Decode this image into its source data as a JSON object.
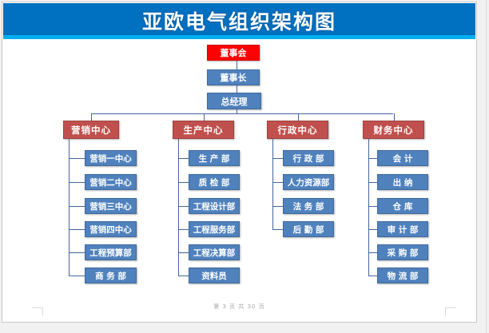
{
  "title": "亚欧电气组织架构图",
  "footer": {
    "page_label": "第 3 页 共 30 页"
  },
  "colors": {
    "header_bg": "#0070C0",
    "header_strip": "#00B0F0",
    "root_bg": "#FF0000",
    "node_bg": "#4F81BD",
    "branch_bg": "#C0504D",
    "line": "#44659C"
  },
  "chart": {
    "root": "董事会",
    "chain": [
      "董事长",
      "总经理"
    ],
    "columns": [
      {
        "label": "营销中心",
        "children": [
          "营销一中心",
          "营销二中心",
          "营销三中心",
          "营销四中心",
          "工程预算部",
          "商 务 部"
        ]
      },
      {
        "label": "生产中心",
        "children": [
          "生 产 部",
          "质 检 部",
          "工程设计部",
          "工程服务部",
          "工程决算部",
          "资料员"
        ]
      },
      {
        "label": "行政中心",
        "children": [
          "行 政 部",
          "人力资源部",
          "法 务 部",
          "后 勤 部"
        ]
      },
      {
        "label": "财务中心",
        "children": [
          "会 计",
          "出 纳",
          "仓 库",
          "审 计 部",
          "采 购 部",
          "物 流 部"
        ]
      }
    ]
  }
}
